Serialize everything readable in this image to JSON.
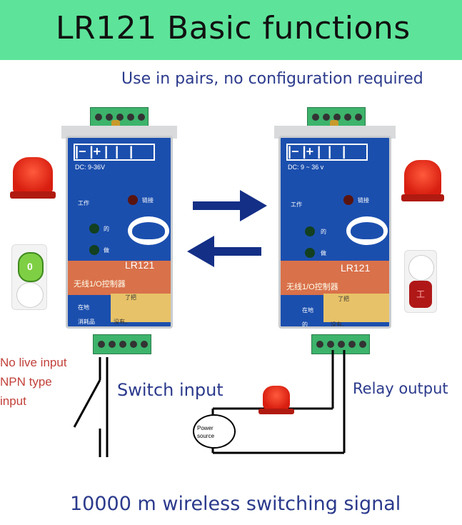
{
  "header": {
    "title": "LR121 Basic functions",
    "subtitle": "Use in pairs, no configuration required"
  },
  "devices": [
    {
      "dc_label": "DC: 9-36V",
      "model": "LR121",
      "cn_label": "无线1/O控制器",
      "led_work": "工作",
      "led_link": "链接",
      "led_a": "的",
      "led_b": "做",
      "in_label": "在地",
      "relay_label": "了把",
      "bottom_a": "消耗品",
      "bottom_b": "没有。"
    },
    {
      "dc_label": "DC: 9 ~ 36 v",
      "model": "LR121",
      "cn_label": "无线1/O控制器",
      "led_work": "工作",
      "led_link": "链接",
      "led_a": "的",
      "led_b": "做",
      "in_label": "在地",
      "relay_label": "了把",
      "bottom_a": "的",
      "bottom_b": "没有。"
    }
  ],
  "left_side": {
    "note_lines": [
      "No live input",
      "NPN type",
      "input"
    ],
    "switch_glyph": "0"
  },
  "right_side": {
    "switch_glyph": "工"
  },
  "wiring": {
    "switch_input": "Switch input",
    "relay_output": "Relay output",
    "power_line1": "Power",
    "power_line2": "source"
  },
  "footer": {
    "text": "10000 m wireless switching signal"
  },
  "colors": {
    "banner": "#5de49a",
    "device_blue": "#1b4fae",
    "arrow_navy": "#142f86",
    "text_blue": "#2b3a8c",
    "note_red": "#c2413a"
  }
}
